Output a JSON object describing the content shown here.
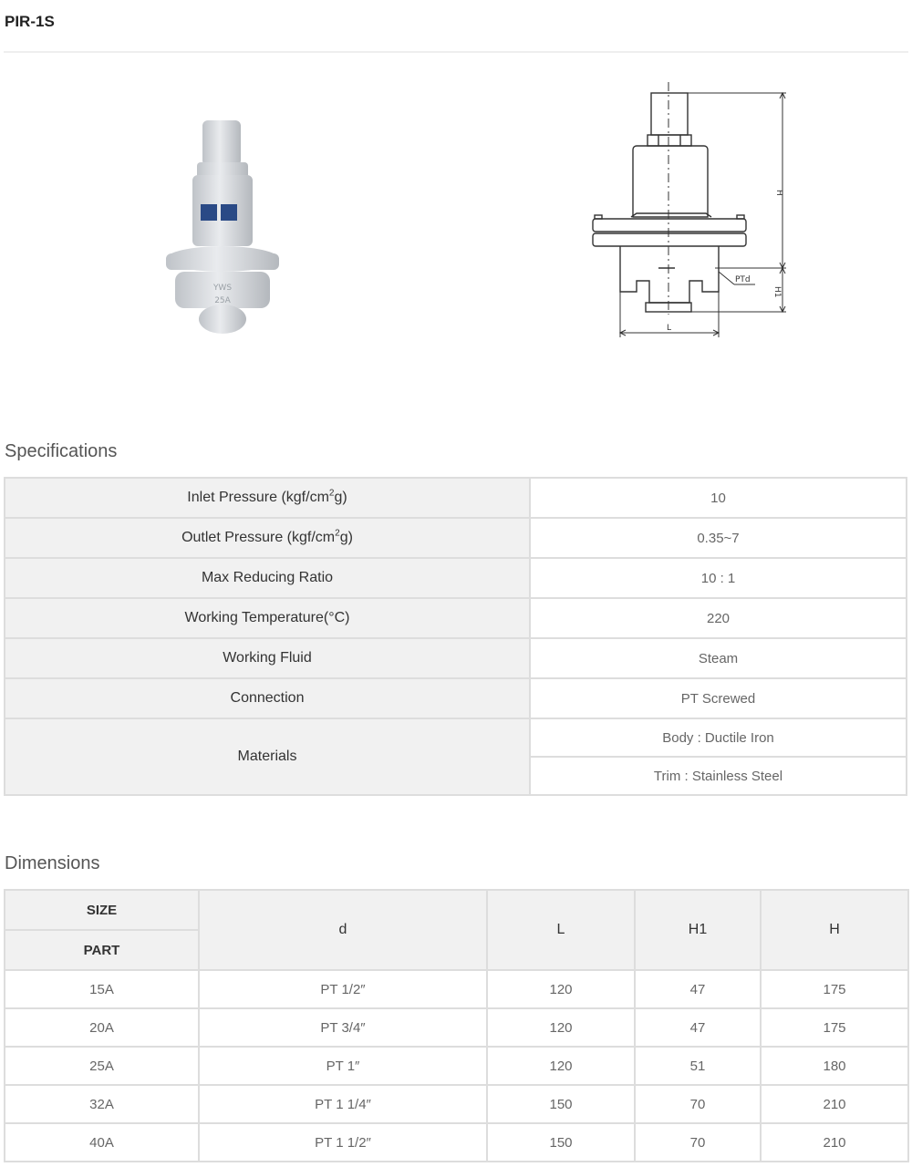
{
  "page": {
    "title": "PIR-1S"
  },
  "images": {
    "product_photo": "product-photo-valve",
    "technical_drawing": {
      "label_h": "H",
      "label_h1": "H1",
      "label_l": "L",
      "label_ptd": "PTd"
    }
  },
  "specifications": {
    "heading": "Specifications",
    "rows": [
      {
        "label": "Inlet Pressure (kgf/cm",
        "sup": "2",
        "label_suffix": "g)",
        "value": "10"
      },
      {
        "label": "Outlet Pressure (kgf/cm",
        "sup": "2",
        "label_suffix": "g)",
        "value": "0.35~7"
      },
      {
        "label": "Max Reducing Ratio",
        "value": "10 : 1"
      },
      {
        "label": "Working Temperature(°C)",
        "value": "220"
      },
      {
        "label": "Working Fluid",
        "value": "Steam"
      },
      {
        "label": "Connection",
        "value": "PT Screwed"
      },
      {
        "label": "Materials",
        "values": [
          "Body : Ductile Iron",
          "Trim : Stainless Steel"
        ]
      }
    ]
  },
  "dimensions": {
    "heading": "Dimensions",
    "header": {
      "size": "SIZE",
      "part": "PART",
      "columns": [
        "d",
        "L",
        "H1",
        "H"
      ]
    },
    "rows": [
      {
        "size": "15A",
        "d": "PT 1/2″",
        "L": "120",
        "H1": "47",
        "H": "175"
      },
      {
        "size": "20A",
        "d": "PT 3/4″",
        "L": "120",
        "H1": "47",
        "H": "175"
      },
      {
        "size": "25A",
        "d": "PT 1″",
        "L": "120",
        "H1": "51",
        "H": "180"
      },
      {
        "size": "32A",
        "d": "PT 1 1/4″",
        "L": "150",
        "H1": "70",
        "H": "210"
      },
      {
        "size": "40A",
        "d": "PT 1 1/2″",
        "L": "150",
        "H1": "70",
        "H": "210"
      }
    ]
  },
  "colors": {
    "header_bg": "#f1f1f1",
    "border": "#dddddd",
    "title_text": "#222222",
    "body_text": "#666666"
  }
}
